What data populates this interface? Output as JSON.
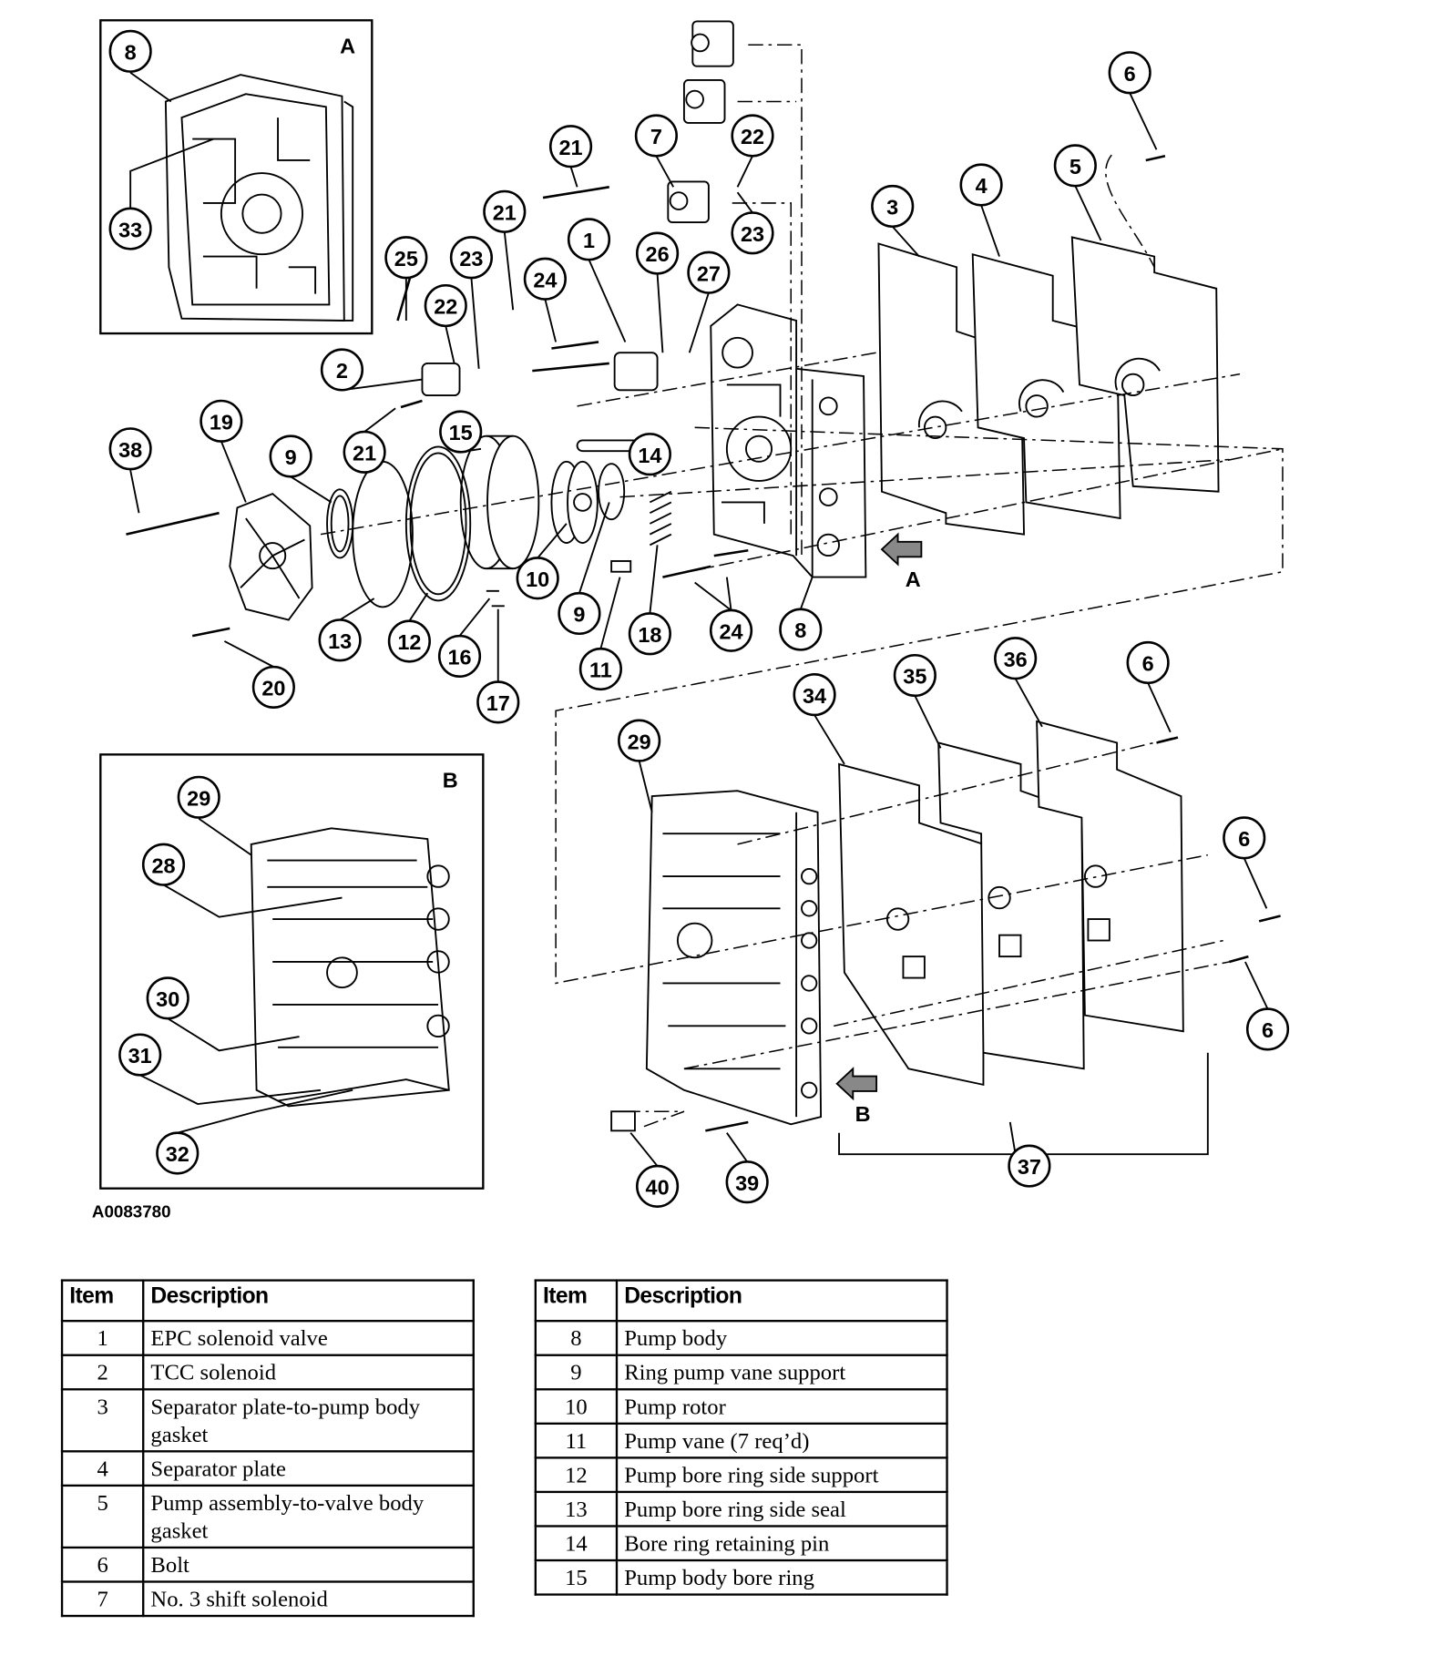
{
  "figure_id": "A0083780",
  "inset_labels": {
    "a": "A",
    "b": "B"
  },
  "view_arrows": {
    "a": "A",
    "b": "B"
  },
  "callouts": [
    "8",
    "33",
    "21",
    "7",
    "22",
    "23",
    "6",
    "5",
    "4",
    "3",
    "21",
    "1",
    "26",
    "27",
    "24",
    "25",
    "23",
    "22",
    "2",
    "21",
    "19",
    "38",
    "9",
    "15",
    "14",
    "10",
    "9",
    "18",
    "24",
    "8",
    "13",
    "12",
    "16",
    "17",
    "11",
    "20",
    "34",
    "35",
    "36",
    "6",
    "29",
    "6",
    "6",
    "37",
    "39",
    "40",
    "29",
    "28",
    "30",
    "31",
    "32"
  ],
  "tables": [
    {
      "headers": [
        "Item",
        "Description"
      ],
      "rows": [
        [
          "1",
          "EPC solenoid valve"
        ],
        [
          "2",
          "TCC solenoid"
        ],
        [
          "3",
          "Separator plate-to-pump body gasket"
        ],
        [
          "4",
          "Separator plate"
        ],
        [
          "5",
          "Pump assembly-to-valve body gasket"
        ],
        [
          "6",
          "Bolt"
        ],
        [
          "7",
          "No. 3 shift solenoid"
        ]
      ]
    },
    {
      "headers": [
        "Item",
        "Description"
      ],
      "rows": [
        [
          "8",
          "Pump body"
        ],
        [
          "9",
          "Ring pump vane support"
        ],
        [
          "10",
          "Pump rotor"
        ],
        [
          "11",
          "Pump vane (7 req’d)"
        ],
        [
          "12",
          "Pump bore ring side support"
        ],
        [
          "13",
          "Pump bore ring side seal"
        ],
        [
          "14",
          "Bore ring retaining pin"
        ],
        [
          "15",
          "Pump body bore ring"
        ]
      ]
    }
  ]
}
